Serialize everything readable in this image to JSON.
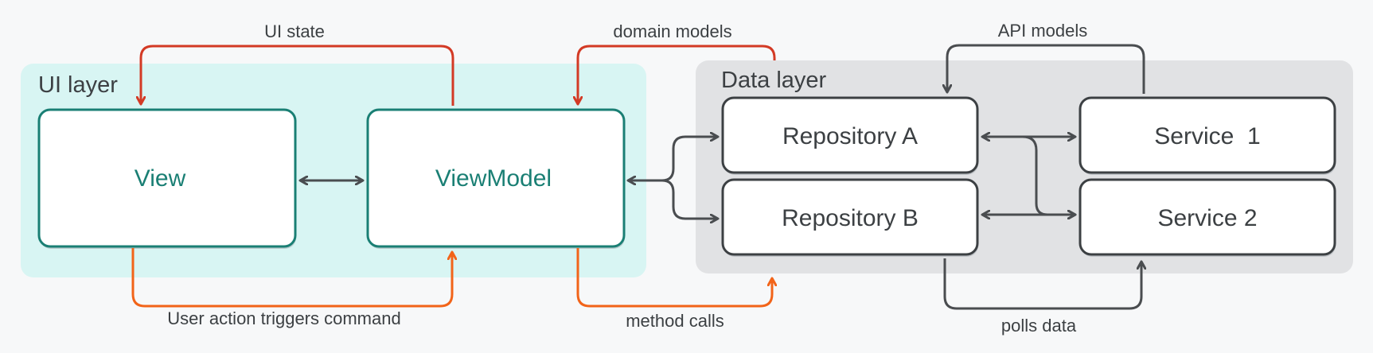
{
  "regions": {
    "ui_layer": "UI layer",
    "data_layer": "Data layer"
  },
  "nodes": {
    "view": "View",
    "viewmodel": "ViewModel",
    "repo_a": "Repository A",
    "repo_b": "Repository B",
    "service1": "Service  1",
    "service2": "Service 2"
  },
  "edges": {
    "ui_state": "UI state",
    "domain_models": "domain models",
    "api_models": "API models",
    "user_action": "User action triggers command",
    "method_calls": "method calls",
    "polls_data": "polls data"
  },
  "colors": {
    "ui_region_fill": "#d8f5f3",
    "data_region_fill": "#e1e2e4",
    "ui_text": "#1a7f74",
    "dark_text": "#3c4043",
    "red_arrow": "#d33a25",
    "orange_arrow": "#f26419",
    "gray_arrow": "#4a4d50"
  }
}
